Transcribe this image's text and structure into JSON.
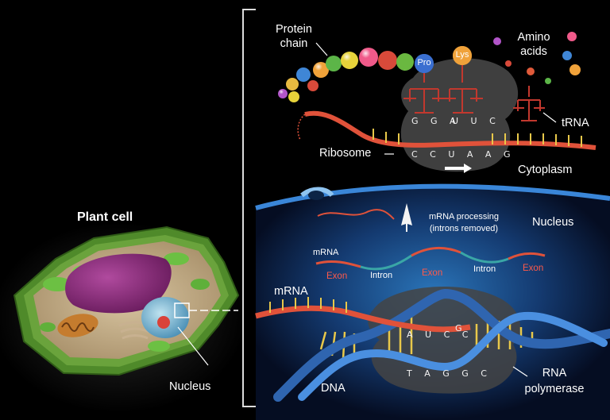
{
  "labels": {
    "plant_cell": "Plant cell",
    "nucleus_cell": "Nucleus",
    "protein_chain_1": "Protein",
    "protein_chain_2": "chain",
    "amino_acids_1": "Amino",
    "amino_acids_2": "acids",
    "pro": "Pro",
    "lys": "Lys",
    "trna": "tRNA",
    "anticodon_1": "G G A",
    "anticodon_2": "U U C",
    "codons": "C C U A A G",
    "ribosome": "Ribosome",
    "cytoplasm": "Cytoplasm",
    "nucleus_region": "Nucleus",
    "mrna_processing_1": "mRNA processing",
    "mrna_processing_2": "(introns removed)",
    "mrna_small": "mRNA",
    "exon_1": "Exon",
    "intron_1": "Intron",
    "exon_2": "Exon",
    "intron_2": "Intron",
    "exon_3": "Exon",
    "mrna_large": "mRNA",
    "rna_bases": "A U C C",
    "rna_g": "G",
    "dna_bases": "T A G G C",
    "dna": "DNA",
    "rna_polymerase_1": "RNA",
    "rna_polymerase_2": "polymerase"
  },
  "colors": {
    "background": "#000000",
    "cell_wall": "#4f8a2a",
    "vacuole": "#8a2b7a",
    "cytoplasm_membrane": "#2f6fb8",
    "mrna": "#e0523a",
    "intron": "#3aa6a6",
    "dna_strand": "#3a7fd0",
    "base_pairs": "#e8c84a",
    "trna": "#c2382e"
  },
  "icons": [
    "white-arrow-icon"
  ]
}
